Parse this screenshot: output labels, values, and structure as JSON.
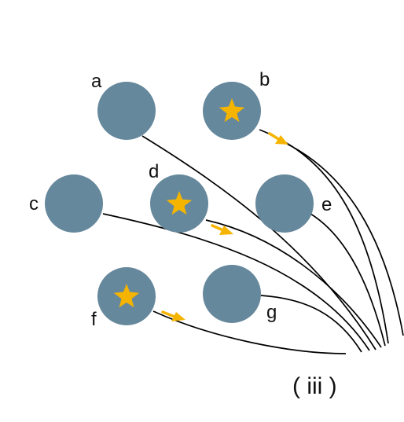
{
  "colors": {
    "node_fill": "#66889c",
    "star": "#f5b400",
    "arrow": "#f5b400",
    "curve": "#000000",
    "background": "#ffffff"
  },
  "nodes": [
    {
      "id": "a",
      "label": "a",
      "starred": false
    },
    {
      "id": "b",
      "label": "b",
      "starred": true
    },
    {
      "id": "c",
      "label": "c",
      "starred": false
    },
    {
      "id": "d",
      "label": "d",
      "starred": true
    },
    {
      "id": "e",
      "label": "e",
      "starred": false
    },
    {
      "id": "f",
      "label": "f",
      "starred": true
    },
    {
      "id": "g",
      "label": "g",
      "starred": false
    }
  ],
  "caption": "( iii )"
}
